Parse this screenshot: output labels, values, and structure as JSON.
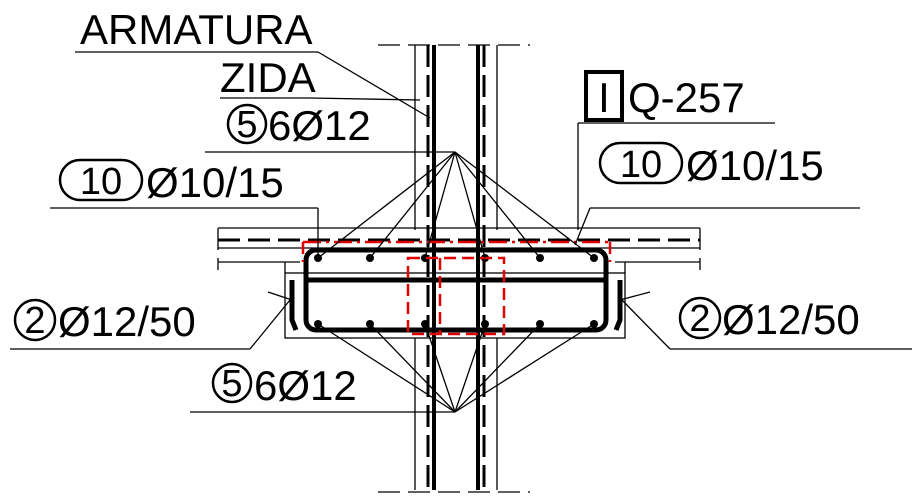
{
  "labels": {
    "armatura": "ARMATURA",
    "zida": "ZIDA",
    "q257": "Q-257",
    "q257_tag": "I",
    "top_mark": "5",
    "top_bars": "6Ø12",
    "left_stirrup_mark": "10",
    "left_stirrup": "Ø10/15",
    "right_stirrup_mark": "10",
    "right_stirrup": "Ø10/15",
    "left_side_mark": "2",
    "left_side": "Ø12/50",
    "right_side_mark": "2",
    "right_side": "Ø12/50",
    "bottom_mark": "5",
    "bottom_bars": "6Ø12"
  },
  "colors": {
    "line": "#000000",
    "hidden_reinforcement": "#e00000",
    "background": "#ffffff"
  }
}
